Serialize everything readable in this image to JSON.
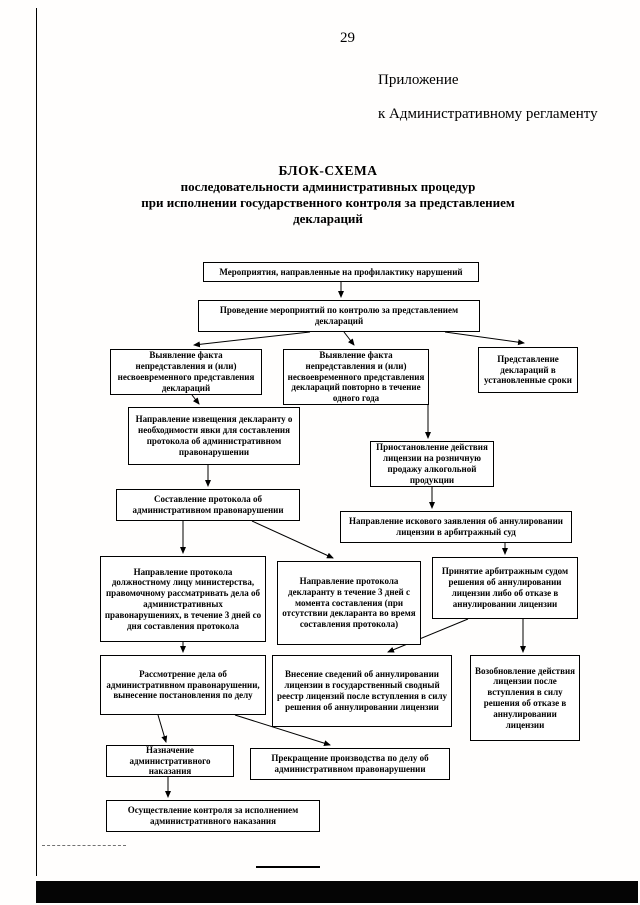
{
  "page": {
    "number": "29",
    "appendix": [
      "Приложение",
      "к Административному регламенту"
    ]
  },
  "title": {
    "line1": "БЛОК-СХЕМА",
    "line2": "последовательности административных процедур",
    "line3": "при исполнении государственного контроля за представлением",
    "line4": "деклараций"
  },
  "boxes": [
    {
      "id": "preventive-measures",
      "text": "Мероприятия, направленные на профилактику нарушений"
    },
    {
      "id": "control-measures",
      "text": "Проведение мероприятий по контролю за представлением деклараций"
    },
    {
      "id": "fact-nonsubmission",
      "text": "Выявление факта непредставления и (или) несвоевременного представления деклараций"
    },
    {
      "id": "fact-repeat-nonsubmission",
      "text": "Выявление факта непредставления и (или) несвоевременного представления деклараций повторно в течение одного года"
    },
    {
      "id": "timely-submission",
      "text": "Представление деклараций в установленные сроки"
    },
    {
      "id": "notice-to-declarant",
      "text": "Направление извещения декларанту о необходимости явки для составления протокола об административном правонарушении"
    },
    {
      "id": "license-suspension",
      "text": "Приостановление действия лицензии на розничную продажу алкогольной продукции"
    },
    {
      "id": "protocol-drafting",
      "text": "Составление протокола об административном правонарушении"
    },
    {
      "id": "court-claim",
      "text": "Направление искового заявления об аннулировании лицензии в арбитражный суд"
    },
    {
      "id": "protocol-to-official",
      "text": "Направление протокола должностному лицу министерства, правомочному рассматривать дела об административных правонарушениях, в течение 3 дней со дня составления протокола"
    },
    {
      "id": "protocol-to-declarant",
      "text": "Направление протокола декларанту в течение 3 дней с момента составления (при отсутствии декларанта во время составления протокола)"
    },
    {
      "id": "court-decision",
      "text": "Принятие арбитражным судом решения об аннулировании лицензии либо об отказе в аннулировании лицензии"
    },
    {
      "id": "case-consideration",
      "text": "Рассмотрение дела об административном правонарушении, вынесение постановления по делу"
    },
    {
      "id": "registry-entry",
      "text": "Внесение сведений об аннулировании лицензии в государственный сводный реестр лицензий после вступления в силу решения об аннулировании лицензии"
    },
    {
      "id": "license-resumption",
      "text": "Возобновление действия лицензии после вступления в силу решения об отказе в аннулировании лицензии"
    },
    {
      "id": "penalty-assignment",
      "text": "Назначение административного наказания"
    },
    {
      "id": "case-termination",
      "text": "Прекращение производства по делу об административном правонарушении"
    },
    {
      "id": "enforcement-control",
      "text": "Осуществление контроля за исполнением административного наказания"
    }
  ],
  "edges": [
    [
      "preventive-measures",
      "control-measures"
    ],
    [
      "control-measures",
      "fact-nonsubmission"
    ],
    [
      "control-measures",
      "fact-repeat-nonsubmission"
    ],
    [
      "control-measures",
      "timely-submission"
    ],
    [
      "fact-nonsubmission",
      "notice-to-declarant"
    ],
    [
      "fact-repeat-nonsubmission",
      "license-suspension"
    ],
    [
      "notice-to-declarant",
      "protocol-drafting"
    ],
    [
      "license-suspension",
      "court-claim"
    ],
    [
      "protocol-drafting",
      "protocol-to-official"
    ],
    [
      "protocol-drafting",
      "protocol-to-declarant"
    ],
    [
      "court-claim",
      "court-decision"
    ],
    [
      "protocol-to-official",
      "case-consideration"
    ],
    [
      "court-decision",
      "registry-entry"
    ],
    [
      "court-decision",
      "license-resumption"
    ],
    [
      "case-consideration",
      "penalty-assignment"
    ],
    [
      "case-consideration",
      "case-termination"
    ],
    [
      "penalty-assignment",
      "enforcement-control"
    ]
  ]
}
